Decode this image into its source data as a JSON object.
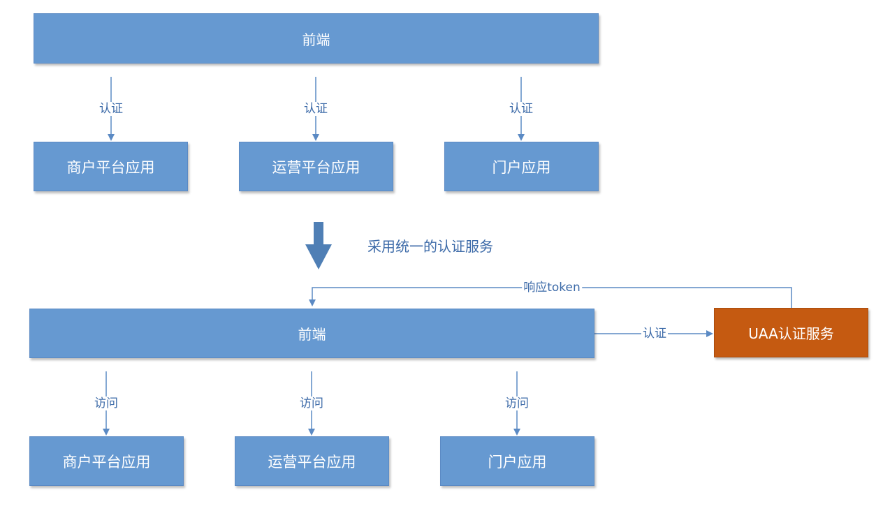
{
  "colors": {
    "box": "#6699d1",
    "accent": "#c55a11",
    "line": "#5b8ac4",
    "big_arrow": "#4f7fb5"
  },
  "before": {
    "frontend": "前端",
    "auth_label": "认证",
    "apps": [
      "商户平台应用",
      "运营平台应用",
      "门户应用"
    ]
  },
  "transition": {
    "text": "采用统一的认证服务"
  },
  "after": {
    "frontend": "前端",
    "access_label": "访问",
    "auth_label": "认证",
    "response_label": "响应token",
    "uaa": "UAA认证服务",
    "apps": [
      "商户平台应用",
      "运营平台应用",
      "门户应用"
    ]
  }
}
